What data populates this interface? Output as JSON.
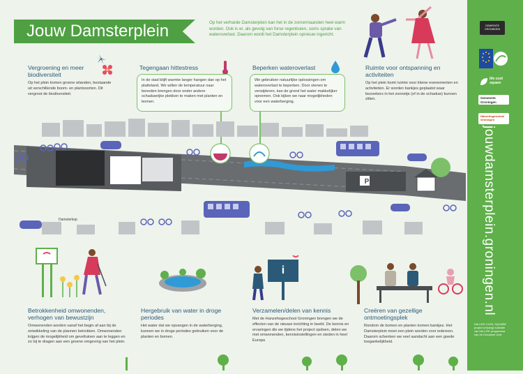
{
  "title": "Jouw Damsterplein",
  "intro": "Op het verharde Damsterplein kan het in de zomermaanden heel warm worden. Ook is er, als gevolg van forse regenbuien, soms sprake van wateroverlast. Daarom wordt het Damsterplein opnieuw ingericht.",
  "sections": {
    "biodiversity": {
      "title": "Vergroening en meer biodiversiteit",
      "text": "Op het plein komen groene eilanden, bestaande uit verschillende boom- en plantsoorten. Dit vergroot de biodiversiteit."
    },
    "heat": {
      "title": "Tegengaan hittestress",
      "text": "In de stad blijft warmte langer hangen dan op het platteland. We willen de temperatuur naar beneden brengen door onder andere schaduwrijke plekken te maken met planten en bomen."
    },
    "water": {
      "title": "Beperken wateroverlast",
      "text": "We gebruiken natuurlijke oplossingen om wateroverlast te beperken. Door stenen te verwijderen, kan de grond het water makkelijker opnemen. Ook kijken we naar mogelijkheden voor een waterberging."
    },
    "space": {
      "title": "Ruimte voor ontspanning en activiteiten",
      "text": "Op het plein komt ruimte voor kleine evenementen en activiteiten. Er worden bankjes geplaatst waar bezoekers in het zonnetje (of in de schaduw) kunnen zitten."
    },
    "involvement": {
      "title": "Betrokkenheid omwonenden, verhogen van bewustzijn",
      "text": "Omwonenden worden vanaf het begin af aan bij de ontwikkeling van de plannen betrokken. Omwonenden krijgen de mogelijkheid om geveltuinen aan te leggen en zo bij te dragen aan een groene omgeving van het plein."
    },
    "reuse": {
      "title": "Hergebruik van water in droge periodes",
      "text": "Het water dat we opvangen in de waterberging, kunnen we in droge periodes gebruiken voor de planten en bomen."
    },
    "knowledge": {
      "title": "Verzamelen/delen van kennis",
      "text": "Met de Hanzehogeschool Groningen brengen we de effecten van de nieuwe inrichting in beeld. De kennis en ervaringen die we tijdens het project opdoen, delen we met omwonenden, kennisinstellingen en steden in heel Europa"
    },
    "meeting": {
      "title": "Creëren van gezellige ontmoetingsplek",
      "text": "Rondom de bomen en planten komen bankjes. Het Damsterplein moet een plein worden voor iedereen. Daarom schenken we veel aandacht aan een goede toegankelijkheid."
    }
  },
  "map": {
    "street_label": "Damsterkop",
    "parking_label": "P",
    "info_label": "i"
  },
  "sidebar": {
    "url": "jouwdamsterplein.groningen.nl",
    "logo_gemeente_top": "GEMEENTE GRONINGEN",
    "logo_lifecool": "life cool square",
    "logo_gemeente": "Gemeente Groningen",
    "logo_hanze": "Hanzehogeschool Groningen",
    "footnote": "Het LIFE COOL SQUARE project ontvangt subsidie van het LIFE programma van de Europese Unie"
  },
  "colors": {
    "green": "#4fa043",
    "blue": "#2a5a78",
    "sidebar": "#5fb04a",
    "road": "#53565a",
    "building": "#b9bcbf"
  }
}
